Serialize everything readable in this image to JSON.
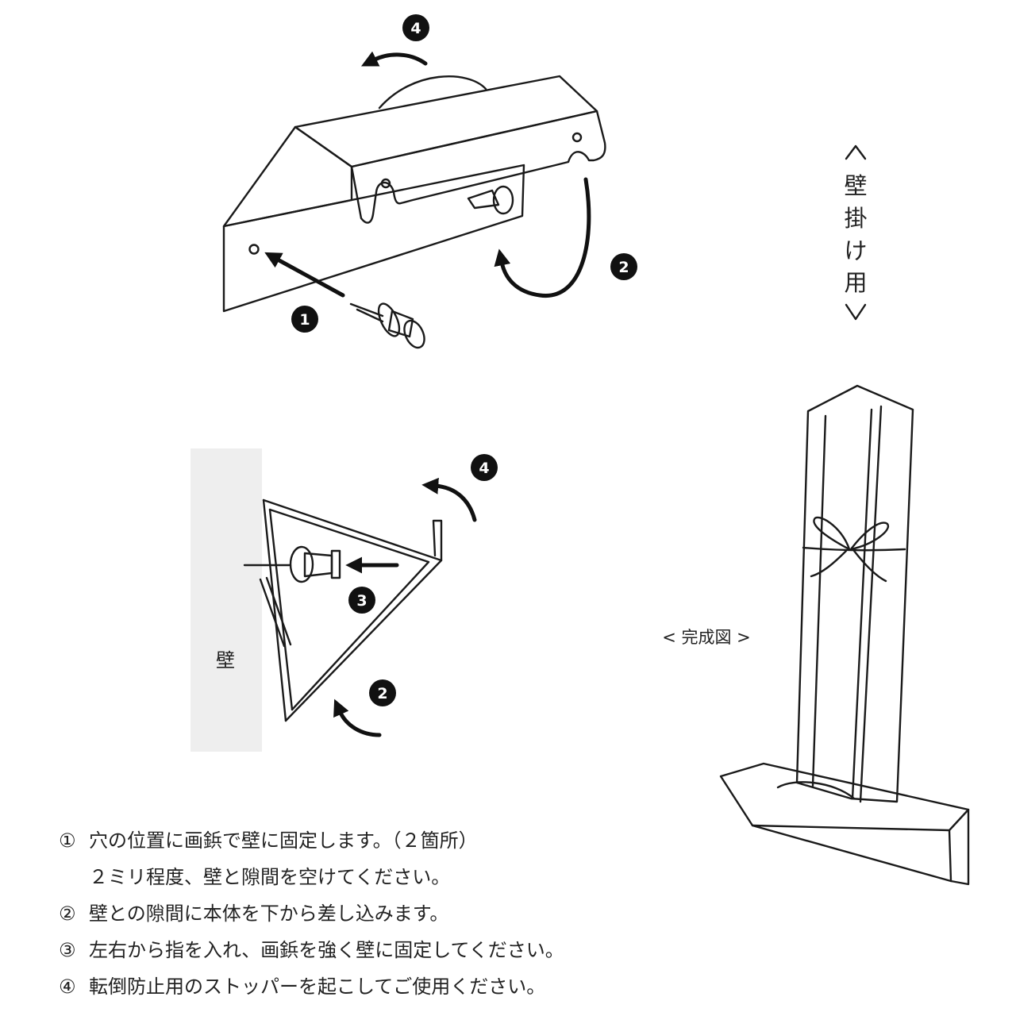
{
  "labels": {
    "vertical_caption_chars": [
      "壁",
      "掛",
      "け",
      "用"
    ],
    "wall": "壁",
    "finished_view": "< 完成図 >"
  },
  "step_badges": {
    "top": [
      "1",
      "2",
      "4"
    ],
    "side": [
      "2",
      "3",
      "4"
    ]
  },
  "instructions": [
    {
      "num": "①",
      "text": "穴の位置に画鋲で壁に固定します。（２箇所）",
      "cont": "２ミリ程度、壁と隙間を空けてください。"
    },
    {
      "num": "②",
      "text": "壁との隙間に本体を下から差し込みます。",
      "cont": ""
    },
    {
      "num": "③",
      "text": "左右から指を入れ、画鋲を強く壁に固定してください。",
      "cont": ""
    },
    {
      "num": "④",
      "text": "転倒防止用のストッパーを起こしてご使用ください。",
      "cont": ""
    }
  ],
  "colors": {
    "line": "#1a1a1a",
    "pin": "#cfcfcf",
    "wall": "#eeeeee"
  }
}
